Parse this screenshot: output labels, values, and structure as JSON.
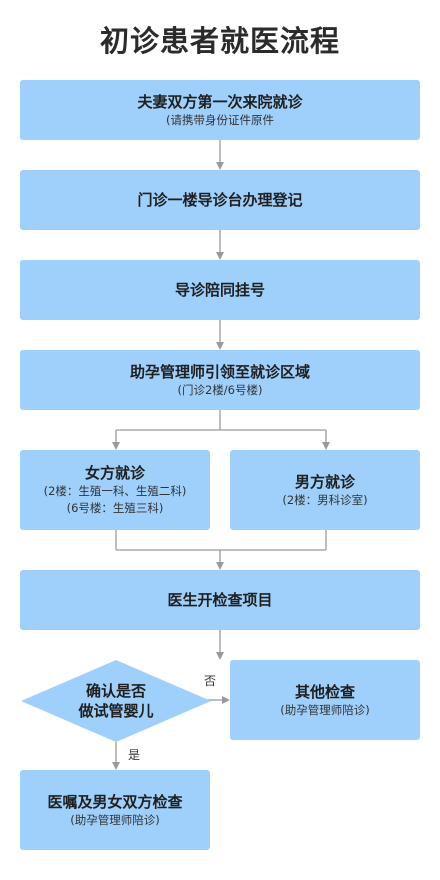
{
  "title": "初诊患者就医流程",
  "steps": {
    "s1": {
      "main": "夫妻双方第一次来院就诊",
      "sub": "(请携带身份证件原件"
    },
    "s2": {
      "main": "门诊一楼导诊台办理登记"
    },
    "s3": {
      "main": "导诊陪同挂号"
    },
    "s4": {
      "main": "助孕管理师引领至就诊区域",
      "sub": "(门诊2楼/6号楼)"
    },
    "female": {
      "main": "女方就诊",
      "sub1": "(2楼：生殖一科、生殖二科)",
      "sub2": "(6号楼：生殖三科)"
    },
    "male": {
      "main": "男方就诊",
      "sub": "(2楼：男科诊室)"
    },
    "s6": {
      "main": "医生开检查项目"
    },
    "decision": {
      "line1": "确认是否",
      "line2": "做试管婴儿"
    },
    "no_branch": {
      "label": "否",
      "main": "其他检查",
      "sub": "(助孕管理师陪诊)"
    },
    "yes_branch": {
      "label": "是",
      "main": "医嘱及男女双方检查",
      "sub": "(助孕管理师陪诊)"
    }
  },
  "colors": {
    "box": "#9fd0fb",
    "line": "#9a9a9a",
    "title": "#2b2b2b"
  }
}
